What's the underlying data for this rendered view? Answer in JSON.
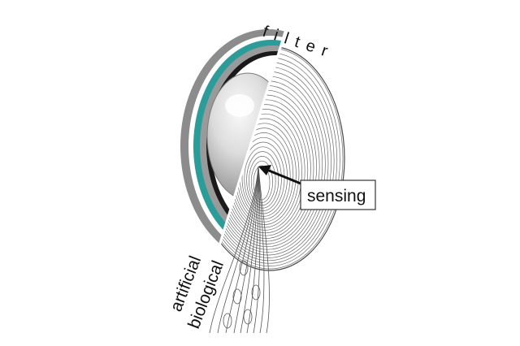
{
  "labels": {
    "filter": "filter",
    "sensing": "sensing",
    "artificial": "artificial",
    "biological": "biological"
  },
  "colors": {
    "outer_ring": "#8c8c8c",
    "teal_ring": "#2a9d9b",
    "lens_highlight": "#f2f2f2",
    "lens_shadow": "#9a9a9a",
    "fiber_line": "#5a5a5a",
    "divider": "#ffffff"
  }
}
